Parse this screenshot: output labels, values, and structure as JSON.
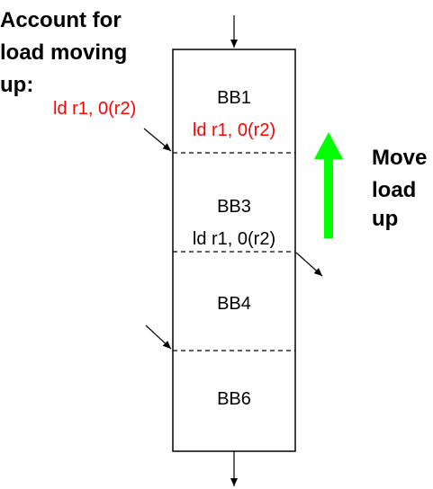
{
  "heading": {
    "line1": "Account for",
    "line2": "load moving",
    "line3": "up:"
  },
  "side_note": {
    "line1": "Move",
    "line2": "load",
    "line3": "up"
  },
  "outside_instruction": "ld r1, 0(r2)",
  "blocks": [
    {
      "label": "BB1",
      "instruction": "ld r1, 0(r2)",
      "instruction_color": "#ff0000"
    },
    {
      "label": "BB3",
      "instruction": "ld r1, 0(r2)",
      "instruction_color": "#000000"
    },
    {
      "label": "BB4"
    },
    {
      "label": "BB6"
    }
  ],
  "colors": {
    "highlight_text": "#ff0000",
    "move_arrow": "#00ff00",
    "outline": "#000000",
    "background": "#ffffff"
  }
}
